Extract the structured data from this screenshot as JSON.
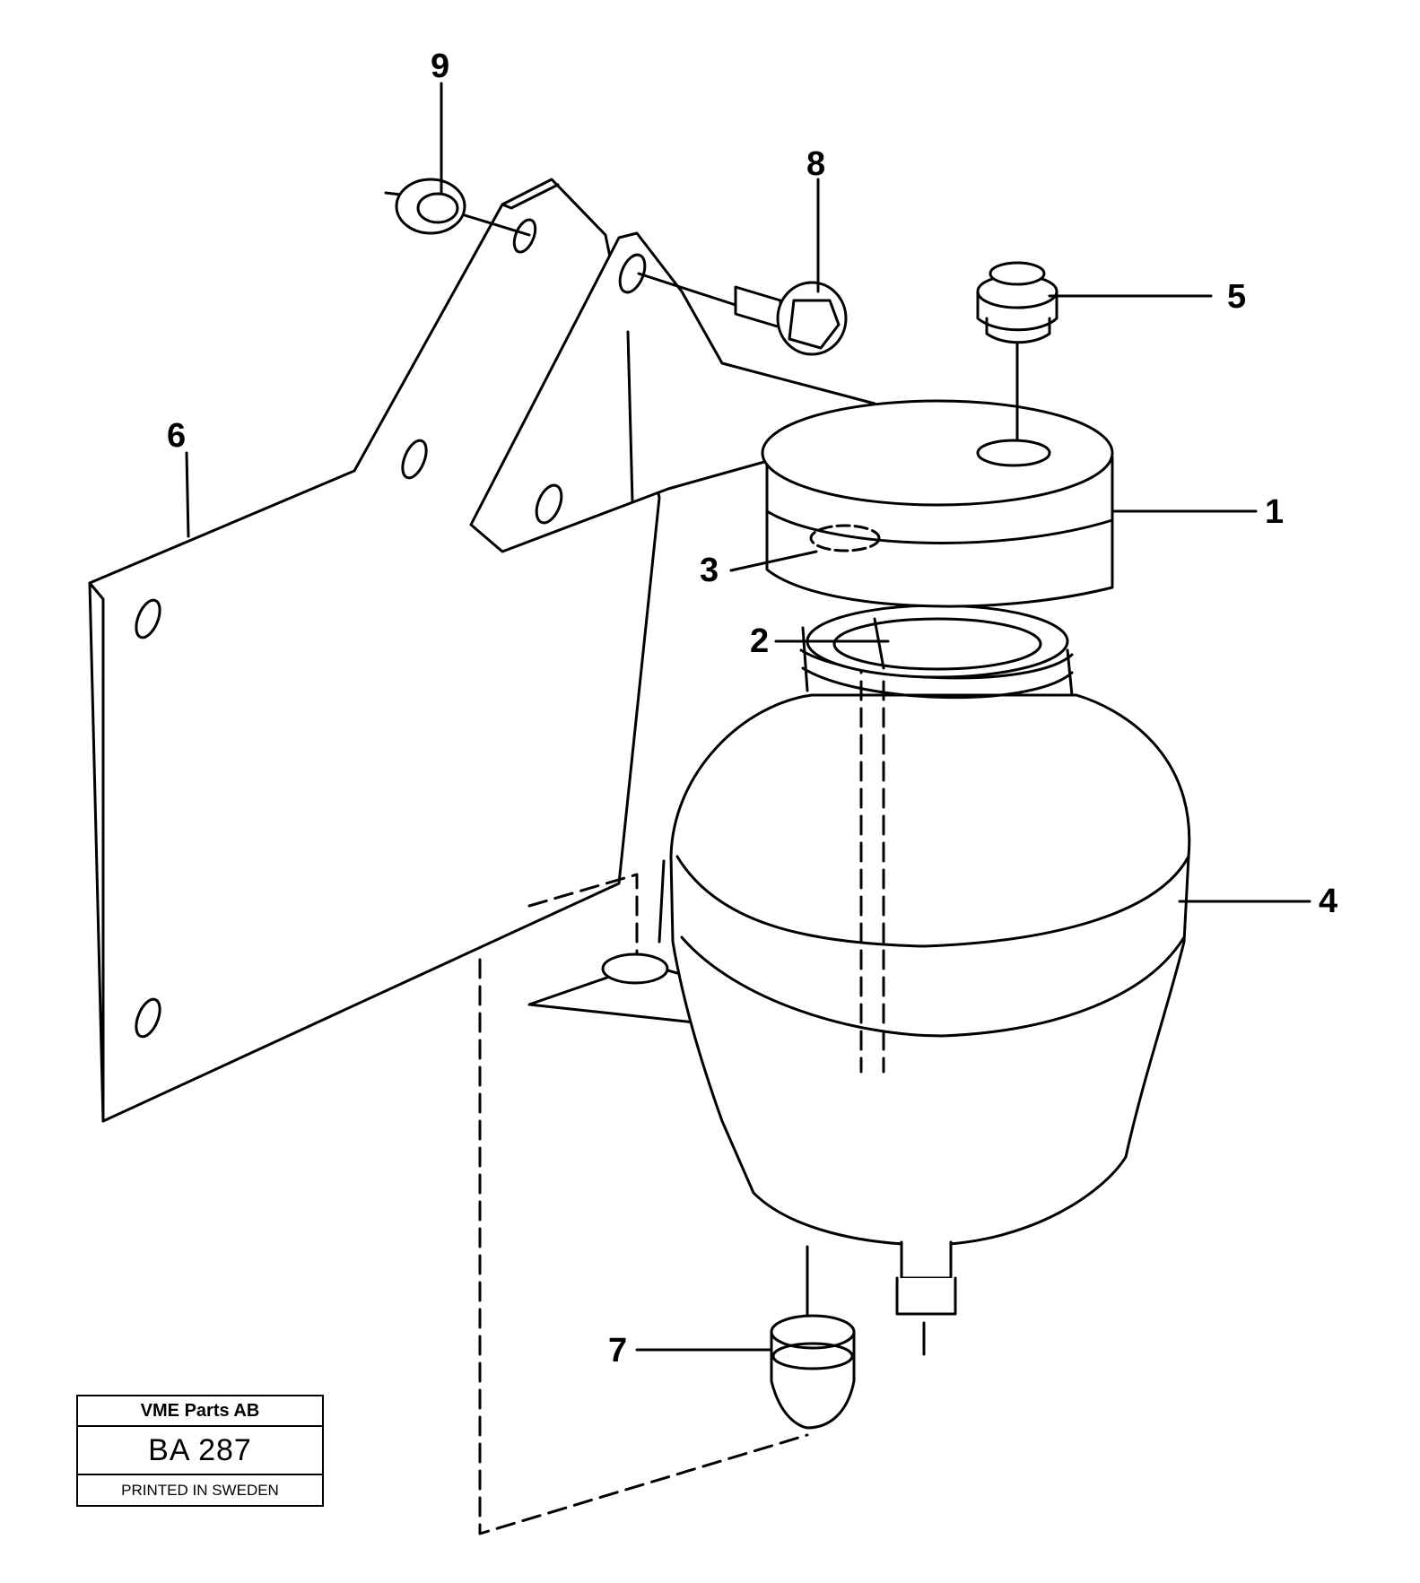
{
  "callouts": [
    {
      "id": "1",
      "label": "1"
    },
    {
      "id": "2",
      "label": "2"
    },
    {
      "id": "3",
      "label": "3"
    },
    {
      "id": "4",
      "label": "4"
    },
    {
      "id": "5",
      "label": "5"
    },
    {
      "id": "6",
      "label": "6"
    },
    {
      "id": "7",
      "label": "7"
    },
    {
      "id": "8",
      "label": "8"
    },
    {
      "id": "9",
      "label": "9"
    }
  ],
  "stamp": {
    "company": "VME Parts AB",
    "code": "BA 287",
    "printed": "PRINTED IN SWEDEN"
  }
}
